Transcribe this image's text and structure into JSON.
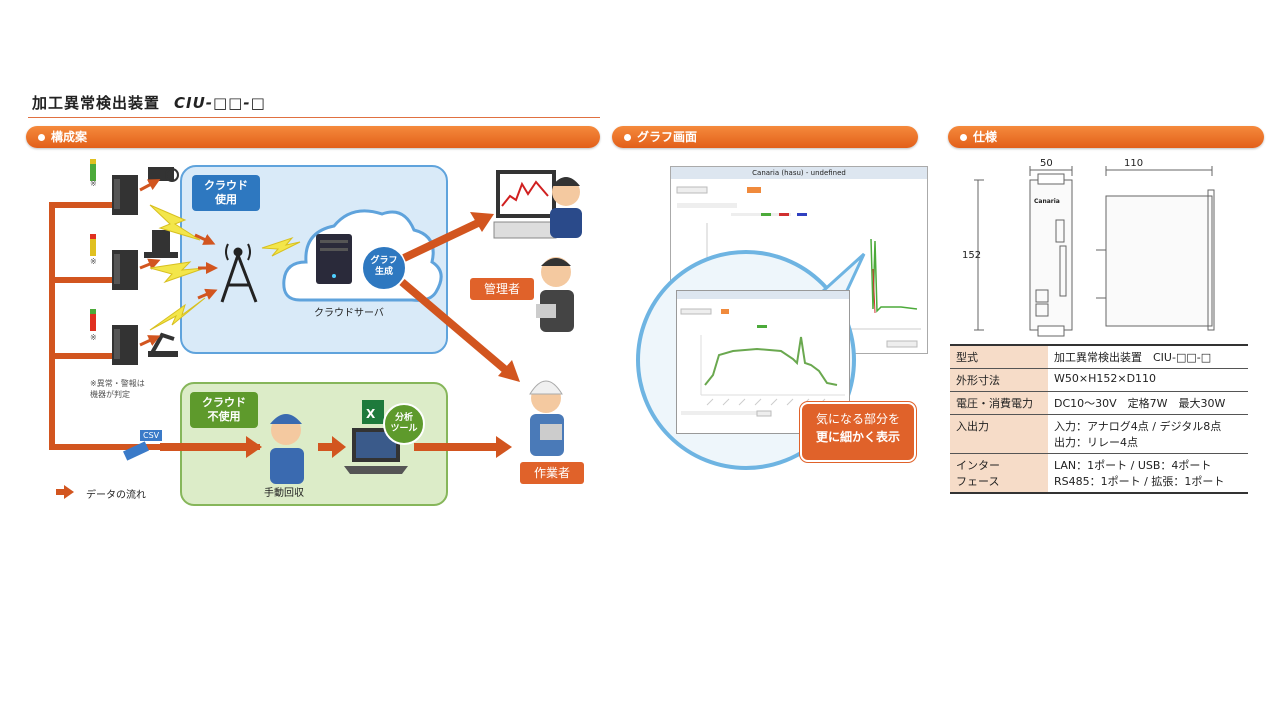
{
  "header": {
    "title": "加工異常検出装置",
    "model": "CIU-□□-□"
  },
  "sections": {
    "config": "構成案",
    "graph": "グラフ画面",
    "spec": "仕様"
  },
  "config": {
    "cloud_used": [
      "クラウド",
      "使用"
    ],
    "cloud_unused": [
      "クラウド",
      "不使用"
    ],
    "graph_gen": [
      "グラフ",
      "生成"
    ],
    "cloud_server": "クラウドサーバ",
    "admin": "管理者",
    "worker": "作業者",
    "manual_collect": "手動回収",
    "analysis_tool": [
      "分析",
      "ツール"
    ],
    "csv": "CSV",
    "note": [
      "※異常・警報は",
      "機器が判定"
    ],
    "note_mark": "※",
    "legend": "データの流れ"
  },
  "graph": {
    "window_title": "Canaria          (hasu) - undefined",
    "callout": [
      "気になる部分を",
      "更に細かく表示"
    ]
  },
  "spec": {
    "dim_width": "50",
    "dim_depth": "110",
    "dim_height": "152",
    "brand": "Canaria",
    "rows": [
      {
        "key": "型式",
        "value": [
          "加工異常検出装置　CIU-□□-□"
        ]
      },
      {
        "key": "外形寸法",
        "value": [
          "W50×H152×D110"
        ]
      },
      {
        "key": "電圧・消費電力",
        "value": [
          "DC10～30V　定格7W　最大30W"
        ]
      },
      {
        "key": "入出力",
        "value": [
          "入力：アナログ4点 / デジタル8点",
          "出力：リレー4点"
        ]
      },
      {
        "key": "インター\nフェース",
        "value": [
          "LAN：1ポート / USB：4ポート",
          "RS485：1ポート / 拡張：1ポート"
        ]
      }
    ]
  },
  "colors": {
    "accent": "#e25f1a",
    "cloud_blue": "#5fa3dc",
    "green": "#86b65a",
    "arrow": "#d2551f"
  }
}
